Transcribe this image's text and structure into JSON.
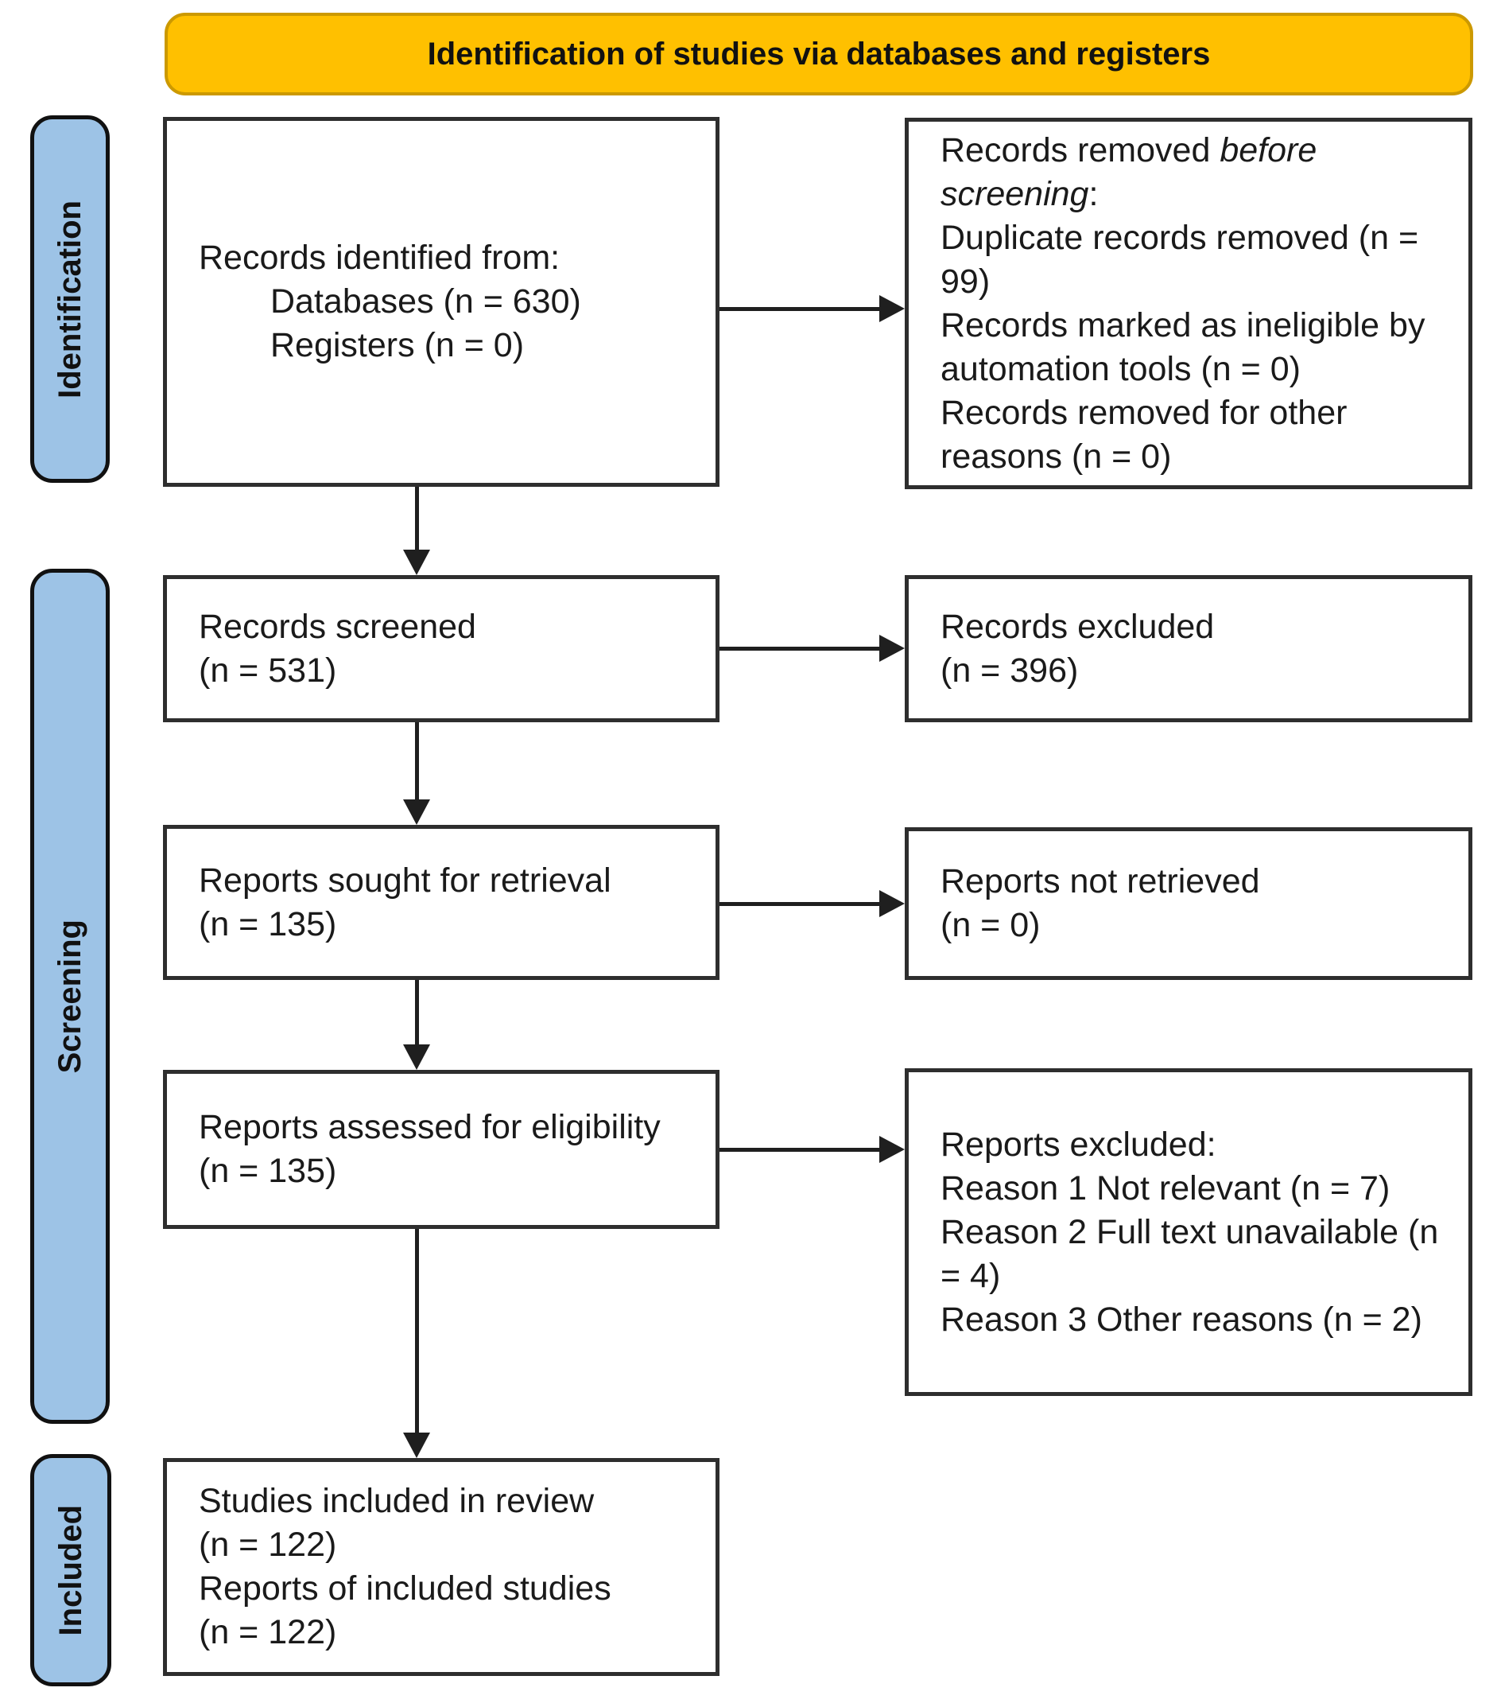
{
  "banner": {
    "label": "Identification of studies via databases and registers"
  },
  "stages": {
    "identification": "Identification",
    "screening": "Screening",
    "included": "Included"
  },
  "boxes": {
    "records_identified": {
      "lines": [
        "Records identified from:",
        "Databases (n = 630)",
        "Registers (n = 0)"
      ]
    },
    "records_removed": {
      "title_prefix": "Records removed ",
      "title_italic": "before screening",
      "title_suffix": ":",
      "items": [
        "Duplicate records removed  (n = 99)",
        "Records marked as ineligible by automation tools (n = 0)",
        "Records removed for other reasons (n = 0)"
      ]
    },
    "records_screened": {
      "lines": [
        "Records screened",
        "(n = 531)"
      ]
    },
    "records_excluded": {
      "lines": [
        "Records excluded",
        "(n = 396)"
      ]
    },
    "reports_sought": {
      "lines": [
        "Reports sought for retrieval",
        "(n = 135)"
      ]
    },
    "reports_not_retrieved": {
      "lines": [
        "Reports not retrieved",
        "(n = 0)"
      ]
    },
    "reports_assessed": {
      "lines": [
        "Reports assessed for eligibility",
        "(n = 135)"
      ]
    },
    "reports_excluded": {
      "lines": [
        "Reports excluded:",
        "Reason 1 Not relevant (n = 7)",
        "Reason 2 Full text unavailable (n = 4)",
        "Reason 3 Other reasons (n = 2)"
      ]
    },
    "studies_included": {
      "lines": [
        "Studies included in review",
        "(n = 122)",
        "Reports of included studies",
        "(n = 122)"
      ]
    }
  },
  "colors": {
    "banner_bg": "#FFC000",
    "banner_border": "#CC9900",
    "stage_bg": "#9DC3E6",
    "box_border": "#2E2E2E",
    "arrow": "#1F1F1F"
  }
}
